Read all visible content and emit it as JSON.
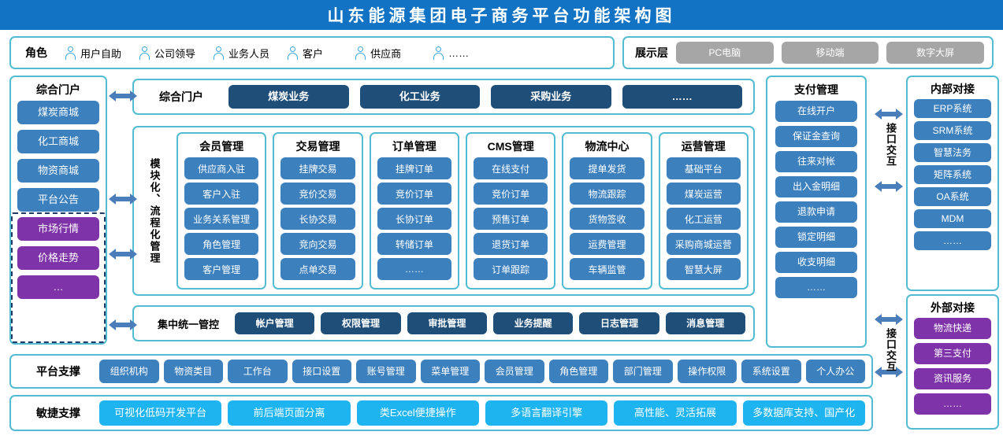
{
  "header": {
    "title": "山东能源集团电子商务平台功能架构图"
  },
  "roles": {
    "label": "角色",
    "icon": "user-icon",
    "items": [
      "用户自助",
      "公司领导",
      "业务人员",
      "客户",
      "供应商",
      "……"
    ]
  },
  "display_layer": {
    "label": "展示层",
    "items": [
      "PC电脑",
      "移动端",
      "数字大屏"
    ]
  },
  "portal": {
    "title": "综合门户",
    "items": [
      {
        "label": "煤炭商城",
        "color": "#3D80BE"
      },
      {
        "label": "化工商城",
        "color": "#3D80BE"
      },
      {
        "label": "物资商城",
        "color": "#3D80BE"
      },
      {
        "label": "平台公告",
        "color": "#3D80BE"
      },
      {
        "label": "市场行情",
        "color": "#7F33A8"
      },
      {
        "label": "价格走势",
        "color": "#7F33A8"
      },
      {
        "label": "…",
        "color": "#7F33A8"
      }
    ]
  },
  "comprehensive_portal": {
    "label": "综合门户",
    "items": [
      "煤炭业务",
      "化工业务",
      "采购业务",
      "……"
    ]
  },
  "modules": {
    "side_label": "模块化、流程化管理",
    "columns": [
      {
        "title": "会员管理",
        "items": [
          "供应商入驻",
          "客户入驻",
          "业务关系管理",
          "角色管理",
          "客户管理"
        ]
      },
      {
        "title": "交易管理",
        "items": [
          "挂牌交易",
          "竞价交易",
          "长协交易",
          "竞向交易",
          "点单交易"
        ]
      },
      {
        "title": "订单管理",
        "items": [
          "挂牌订单",
          "竞价订单",
          "长协订单",
          "转储订单",
          "……"
        ]
      },
      {
        "title": "CMS管理",
        "items": [
          "在线支付",
          "竞价订单",
          "预售订单",
          "退货订单",
          "订单跟踪"
        ]
      },
      {
        "title": "物流中心",
        "items": [
          "提单发货",
          "物流跟踪",
          "货物签收",
          "运费管理",
          "车辆监管"
        ]
      },
      {
        "title": "运营管理",
        "items": [
          "基础平台",
          "煤炭运营",
          "化工运营",
          "采购商城运营",
          "智慧大屏"
        ]
      }
    ]
  },
  "unified_control": {
    "label": "集中统一管控",
    "items": [
      "帐户管理",
      "权限管理",
      "审批管理",
      "业务提醒",
      "日志管理",
      "消息管理"
    ]
  },
  "payment": {
    "title": "支付管理",
    "items": [
      "在线开户",
      "保证金查询",
      "往来对帐",
      "出入金明细",
      "退款申请",
      "锁定明细",
      "收支明细",
      "……"
    ]
  },
  "interface_labels": [
    "接口交互",
    "接口交互"
  ],
  "internal_dock": {
    "title": "内部对接",
    "items": [
      "ERP系统",
      "SRM系统",
      "智慧法务",
      "矩阵系统",
      "OA系统",
      "MDM",
      "……"
    ]
  },
  "external_dock": {
    "title": "外部对接",
    "items": [
      "物流快递",
      "第三支付",
      "资讯服务",
      "……"
    ]
  },
  "platform_support": {
    "label": "平台支撑",
    "items": [
      "组织机构",
      "物资类目",
      "工作台",
      "接口设置",
      "账号管理",
      "菜单管理",
      "会员管理",
      "角色管理",
      "部门管理",
      "操作权限",
      "系统设置",
      "个人办公"
    ]
  },
  "agile_support": {
    "label": "敏捷支撑",
    "items": [
      "可视化低码开发平台",
      "前后端页面分离",
      "类Excel便捷操作",
      "多语言翻译引擎",
      "高性能、灵活拓展",
      "多数据库支持、国产化"
    ]
  },
  "colors": {
    "title_bar": "#1273C4",
    "panel_border": "#54BCD2",
    "chip_blue": "#3D80BE",
    "chip_navy": "#1F4E79",
    "chip_purple": "#7F33A8",
    "chip_cyan": "#1EB4F0",
    "chip_gray": "#A6A6A6",
    "arrow": "#4A7EBB",
    "dashed_border": "#1F3864"
  }
}
